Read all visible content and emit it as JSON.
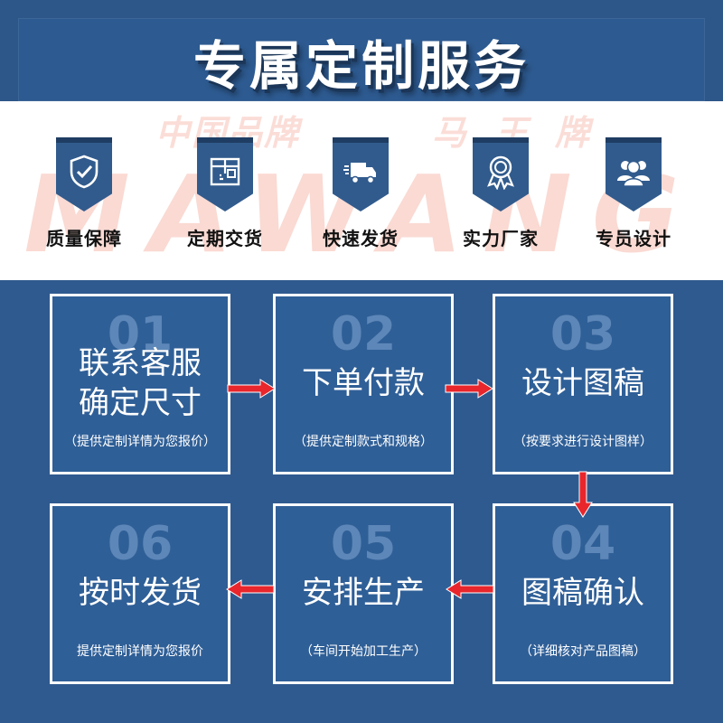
{
  "header": {
    "title": "专属定制服务"
  },
  "watermark": {
    "brand_cn": "中国品牌",
    "brand_name": "马王牌",
    "brand_latin": "MAWANG"
  },
  "features": [
    {
      "icon": "shield-check-icon",
      "label": "质量保障"
    },
    {
      "icon": "box-icon",
      "label": "定期交货"
    },
    {
      "icon": "delivery-truck-icon",
      "label": "快速发货"
    },
    {
      "icon": "award-medal-icon",
      "label": "实力厂家"
    },
    {
      "icon": "team-people-icon",
      "label": "专员设计"
    }
  ],
  "steps": [
    {
      "number": "01",
      "title_line1": "联系客服",
      "title_line2": "确定尺寸",
      "subtitle": "（提供定制详情为您报价）"
    },
    {
      "number": "02",
      "title_line1": "下单付款",
      "subtitle": "（提供定制款式和规格）"
    },
    {
      "number": "03",
      "title_line1": "设计图稿",
      "subtitle": "（按要求进行设计图样）"
    },
    {
      "number": "04",
      "title_line1": "图稿确认",
      "subtitle": "（详细核对产品图稿）"
    },
    {
      "number": "05",
      "title_line1": "安排生产",
      "subtitle": "（车间开始加工生产）"
    },
    {
      "number": "06",
      "title_line1": "按时发货",
      "subtitle": "提供定制详情为您报价"
    }
  ],
  "colors": {
    "background": "#2f5a8f",
    "icon_bg": "#315b8d",
    "arrow": "#e8262b",
    "watermark": "#ef846e"
  }
}
